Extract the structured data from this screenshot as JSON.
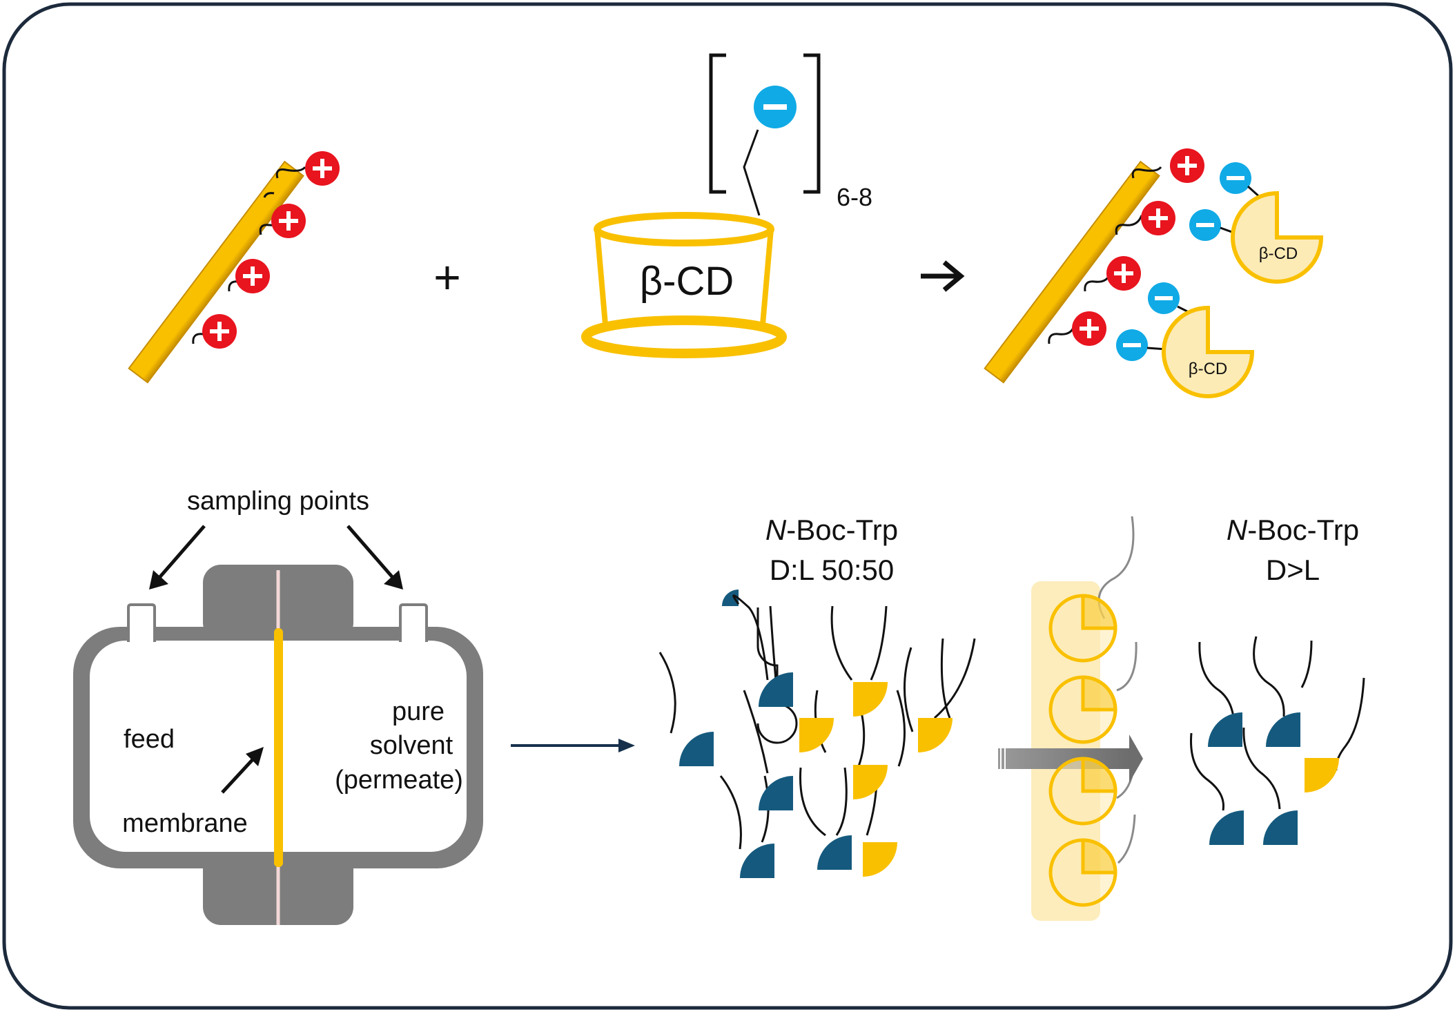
{
  "colors": {
    "frame": "#1c2a3c",
    "gold": "#f9c000",
    "gold_dark": "#d99e00",
    "pale_gold": "#fdebb6",
    "red": "#e8141e",
    "blue": "#10aae6",
    "teal": "#155a7e",
    "gray_cell": "#7d7d7d",
    "dark_navy": "#17314c"
  },
  "top": {
    "plus_sign": "+",
    "reaction_arrow": "➔",
    "bcd_label": "β-CD",
    "repeat_subscript": "6-8",
    "product_bcd_label_1": "β-CD",
    "product_bcd_label_2": "β-CD"
  },
  "cell": {
    "sampling_label": "sampling points",
    "feed_label": "feed",
    "pure_label": "pure",
    "solvent_label": "solvent",
    "permeate_label": "(permeate)",
    "membrane_label": "membrane"
  },
  "mixture": {
    "title_italic": "N",
    "title_rest": "-Boc-Trp",
    "ratio": "D:L 50:50"
  },
  "result": {
    "title_italic": "N",
    "title_rest": "-Boc-Trp",
    "ratio": "D>L"
  },
  "icons": [
    "plus-charge-icon",
    "minus-charge-icon",
    "reaction-arrow-icon",
    "flow-arrow-icon"
  ]
}
